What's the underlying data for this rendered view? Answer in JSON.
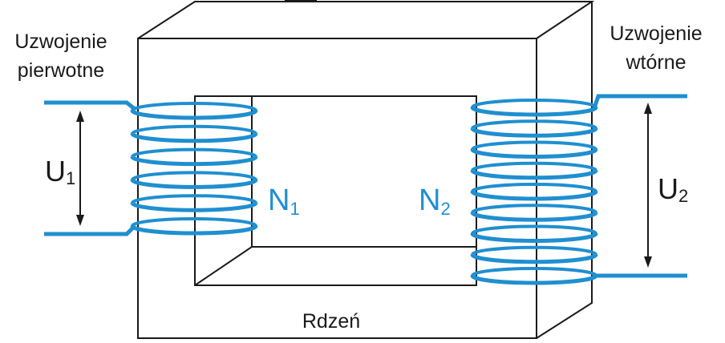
{
  "labels": {
    "primary_line1": "Uzwojenie",
    "primary_line2": "pierwotne",
    "secondary_line1": "Uzwojenie",
    "secondary_line2": "wtórne",
    "u1_main": "U",
    "u1_sub": "1",
    "u2_main": "U",
    "u2_sub": "2",
    "n1_main": "N",
    "n1_sub": "1",
    "n2_main": "N",
    "n2_sub": "2",
    "core": "Rdzeń"
  },
  "coils": {
    "primary_turns": 6,
    "secondary_turns": 9
  },
  "colors": {
    "wire": "#1f8fd0",
    "outline": "#1a1a1a",
    "background": "#ffffff"
  }
}
